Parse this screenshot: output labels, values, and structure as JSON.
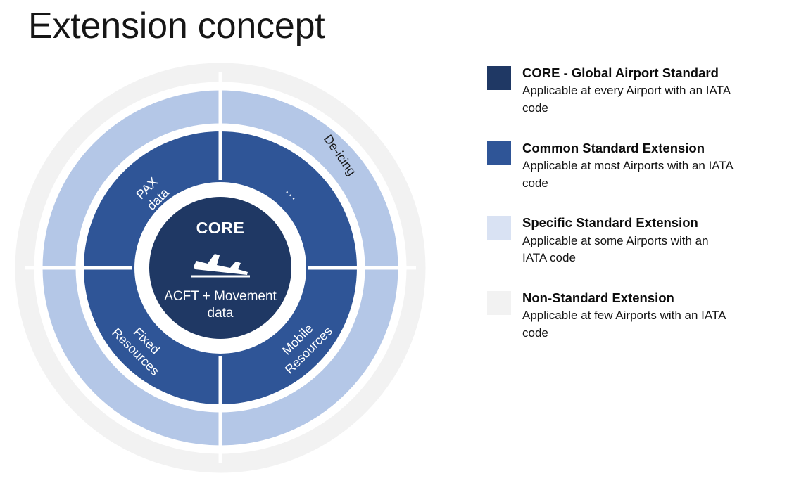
{
  "page": {
    "title": "Extension concept",
    "background": "#FFFFFF"
  },
  "colors": {
    "core_navy": "#1F3864",
    "common_blue": "#2F5597",
    "specific_light_blue": "#B4C7E7",
    "specific_swatch": "#D9E2F3",
    "non_standard_gray": "#F2F2F2",
    "divider_white": "#FFFFFF"
  },
  "diagram": {
    "name": "extension-concept-concentric-rings",
    "core": {
      "title": "CORE",
      "icon": "airplane-takeoff-icon",
      "subtitle_line1": "ACFT + Movement",
      "subtitle_line2": "data"
    },
    "rings": [
      {
        "id": "common",
        "layer": "Common Standard Extension",
        "color": "#2F5597",
        "labels": [
          {
            "text_line1": "PAX",
            "text_line2": "data",
            "quadrant": "top-left",
            "text_color": "#FFFFFF"
          },
          {
            "text_line1": "...",
            "text_line2": "",
            "quadrant": "top-right",
            "text_color": "#FFFFFF"
          },
          {
            "text_line1": "Fixed",
            "text_line2": "Resources",
            "quadrant": "bottom-left",
            "text_color": "#FFFFFF"
          },
          {
            "text_line1": "Mobile",
            "text_line2": "Resources",
            "quadrant": "bottom-right",
            "text_color": "#FFFFFF"
          }
        ]
      },
      {
        "id": "specific",
        "layer": "Specific Standard Extension",
        "color": "#B4C7E7",
        "labels": [
          {
            "text_line1": "De-icing",
            "text_line2": "",
            "quadrant": "top-right",
            "text_color": "#1A1A1A"
          }
        ]
      },
      {
        "id": "non-standard",
        "layer": "Non-Standard Extension",
        "color": "#F2F2F2",
        "labels": []
      }
    ]
  },
  "legend": {
    "items": [
      {
        "swatch_color": "#1F3864",
        "heading": "CORE - Global Airport Standard",
        "description": "Applicable at every Airport with an IATA code"
      },
      {
        "swatch_color": "#2F5597",
        "heading": "Common Standard Extension",
        "description": "Applicable at most Airports with an IATA code"
      },
      {
        "swatch_color": "#D9E2F3",
        "heading": "Specific Standard Extension",
        "description": "Applicable at some Airports with an IATA code"
      },
      {
        "swatch_color": "#F2F2F2",
        "heading": "Non-Standard Extension",
        "description": "Applicable at few Airports with an IATA code"
      }
    ]
  }
}
